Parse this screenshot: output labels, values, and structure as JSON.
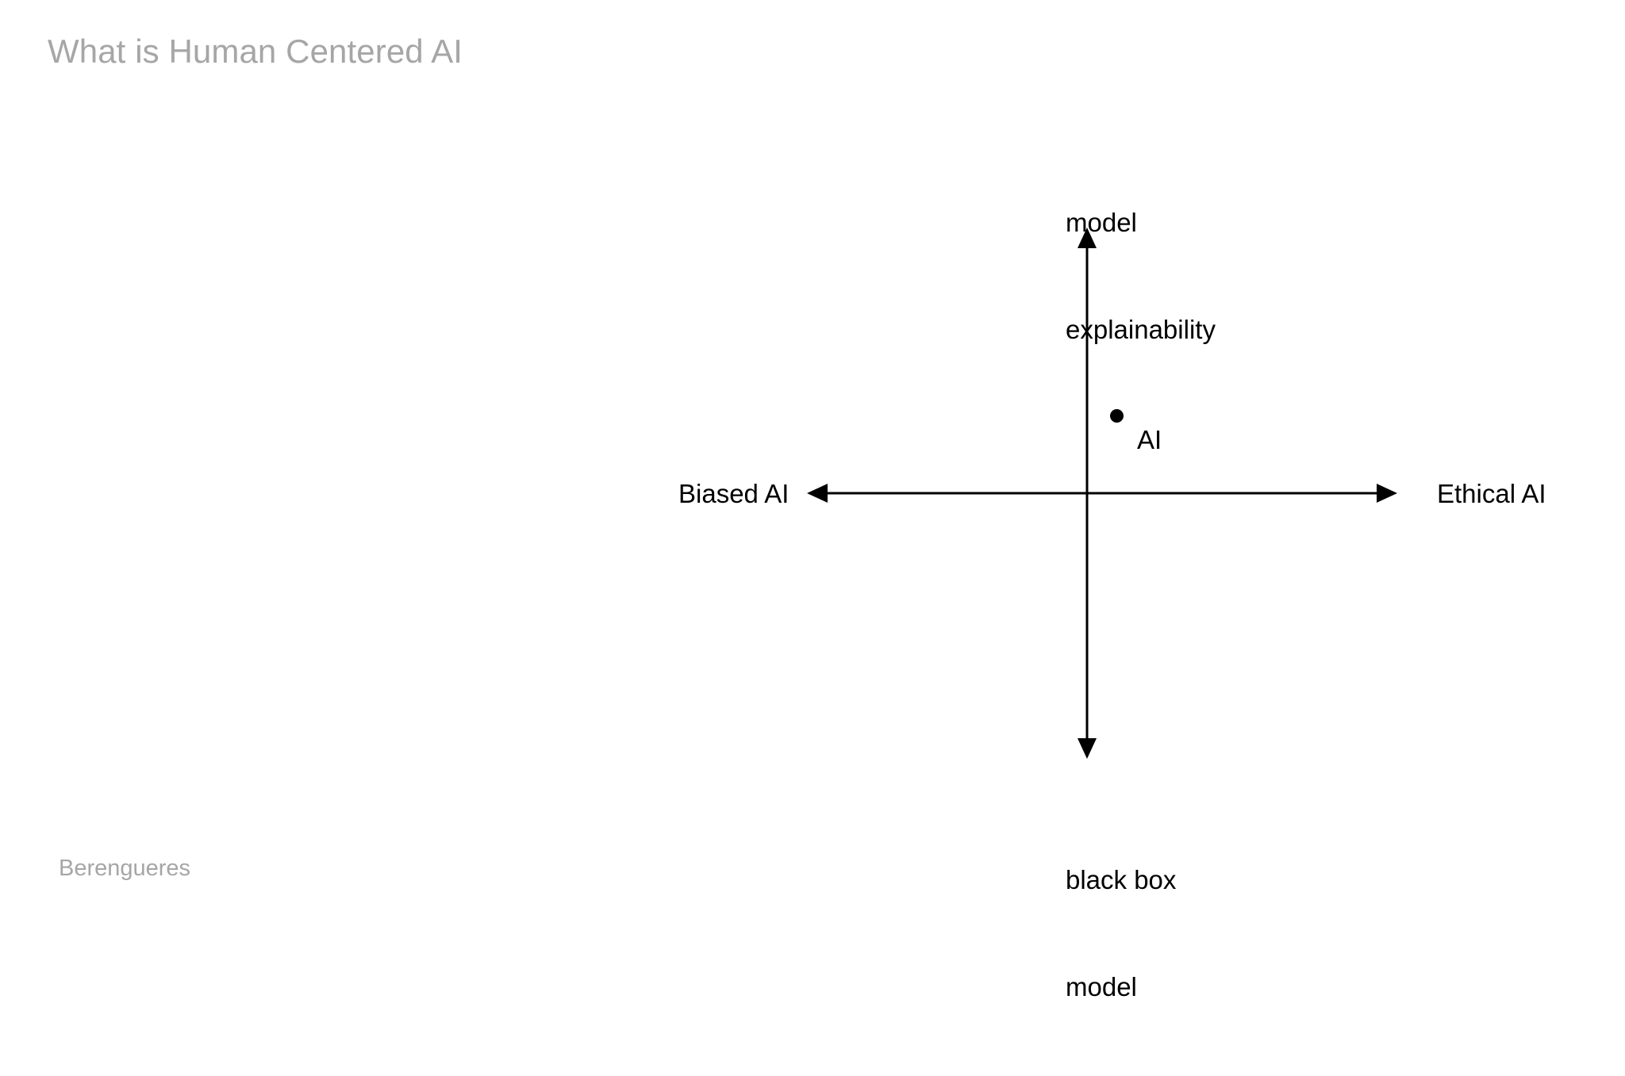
{
  "slide": {
    "title": "What is Human Centered AI",
    "footer": "Berengueres",
    "title_color": "#a6a6a6",
    "footer_color": "#a6a6a6",
    "background_color": "#ffffff",
    "axis_color": "#000000"
  },
  "chart_data": {
    "type": "scatter",
    "title": "What is Human Centered AI",
    "xlabel": "",
    "ylabel": "",
    "grid": false,
    "legend": "none",
    "axis_style": "double-headed-arrow-quadrant",
    "axes": {
      "x_negative_label": "Biased AI",
      "x_positive_label": "Ethical AI",
      "y_positive_label_line1": "model",
      "y_positive_label_line2": "explainability",
      "y_negative_label_line1": "black box",
      "y_negative_label_line2": "model"
    },
    "xlim": [
      -1,
      1
    ],
    "ylim": [
      -1,
      1
    ],
    "points": [
      {
        "label": "AI",
        "x": 0.1,
        "y": 0.29,
        "color": "#000000"
      }
    ]
  }
}
